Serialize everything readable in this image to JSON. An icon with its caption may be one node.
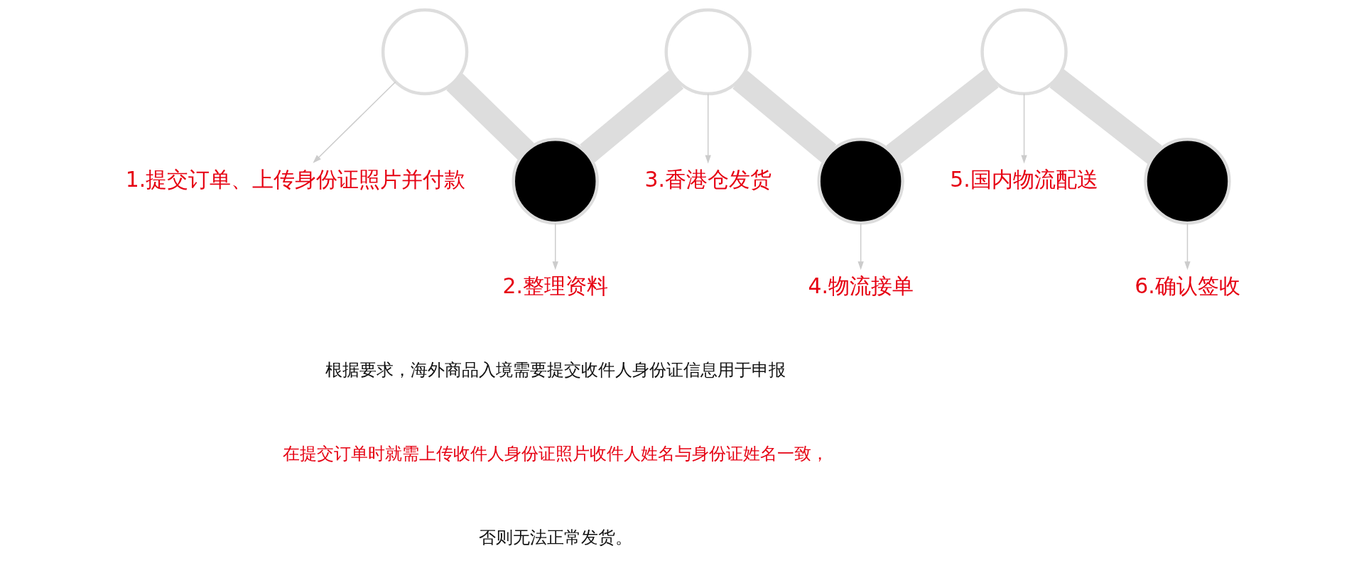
{
  "diagram": {
    "nodes": [
      {
        "text": [
          "1.提交订单、上传身份证照片并付款"
        ]
      },
      {
        "text": [
          "2.整理资料"
        ]
      },
      {
        "text": [
          "3.香港仓发货"
        ]
      },
      {
        "text": [
          "4.物流接单"
        ]
      },
      {
        "text": [
          "5.国内物流配送"
        ]
      },
      {
        "text": [
          "6.确认签收"
        ]
      },
      {
        "text": [],
        "shape": "circle"
      },
      {
        "text": [],
        "shape": "circle"
      },
      {
        "text": [],
        "shape": "circle"
      },
      {
        "text": [],
        "shape": "circle"
      },
      {
        "text": [],
        "shape": "circle"
      },
      {
        "text": [],
        "shape": "circle"
      }
    ],
    "edges": [
      {
        "from": 6,
        "to": 0,
        "arrow": "to"
      },
      {
        "from": 7,
        "to": 1,
        "arrow": "to"
      },
      {
        "from": 8,
        "to": 2,
        "arrow": "to"
      },
      {
        "from": 9,
        "to": 3,
        "arrow": "to"
      },
      {
        "from": 10,
        "to": 4,
        "arrow": "to"
      },
      {
        "from": 11,
        "to": 5,
        "arrow": "to"
      },
      {
        "from": 6,
        "to": 7,
        "arrow": "none",
        "style": "thick",
        "color": "#dddddd"
      },
      {
        "from": 7,
        "to": 8,
        "arrow": "none",
        "style": "thick",
        "color": "#dddddd"
      },
      {
        "from": 8,
        "to": 9,
        "arrow": "none",
        "style": "thick",
        "color": "#dddddd"
      },
      {
        "from": 9,
        "to": 10,
        "arrow": "none",
        "style": "thick",
        "color": "#dddddd"
      },
      {
        "from": 10,
        "to": 11,
        "arrow": "none",
        "style": "thick",
        "color": "#dddddd"
      }
    ],
    "labels": [
      "根据要求，海外商品入境需要提交收件人身份证信息用于申报",
      "在提交订单时就需上传收件人身份证照片收件人姓名与身份证姓名一致，",
      "否则无法正常发货。"
    ]
  }
}
